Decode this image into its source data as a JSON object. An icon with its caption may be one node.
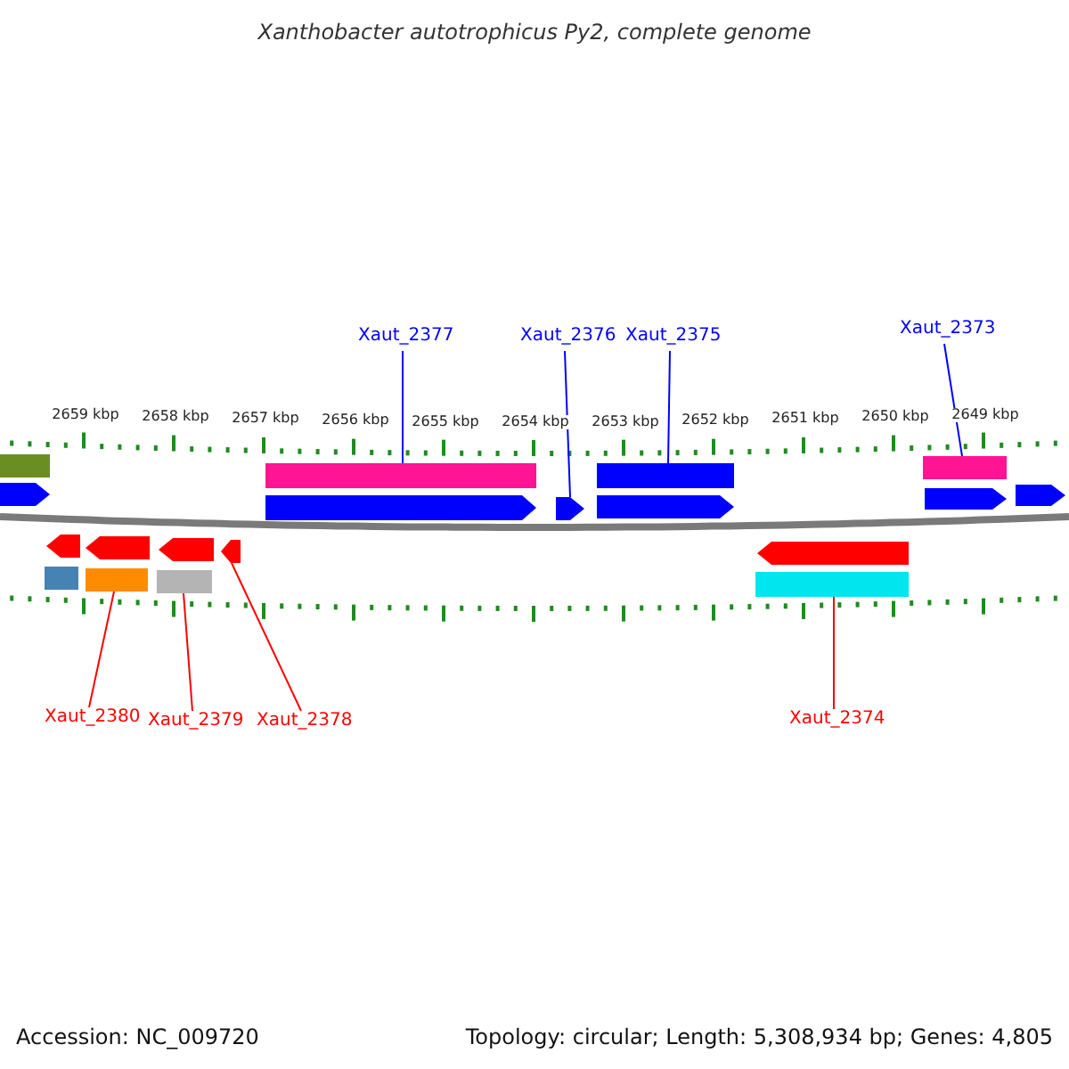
{
  "diagram": {
    "title": "Xanthobacter autotrophicus Py2, complete genome",
    "nodes": [
      {
        "text": [
          "Xaut_2377"
        ]
      },
      {
        "text": [
          "Xaut_2376"
        ]
      },
      {
        "text": [
          "Xaut_2375"
        ]
      },
      {
        "text": [
          "Xaut_2373"
        ]
      },
      {
        "text": [
          "Xaut_2380"
        ]
      },
      {
        "text": [
          "Xaut_2379"
        ]
      },
      {
        "text": [
          "Xaut_2378"
        ]
      },
      {
        "text": [
          "Xaut_2374"
        ]
      },
      {
        "text": [],
        "shape": "bar"
      },
      {
        "text": [],
        "shape": "arrow"
      },
      {
        "text": [],
        "shape": "bar"
      },
      {
        "text": [],
        "shape": "bar"
      },
      {
        "text": [],
        "shape": "bar"
      },
      {
        "text": [],
        "shape": "bar"
      },
      {
        "text": [],
        "shape": "arrow"
      },
      {
        "text": [],
        "shape": "bar"
      }
    ],
    "edges": [
      {
        "from": 0,
        "to": 8,
        "arrow": "none"
      },
      {
        "from": 1,
        "to": 9,
        "arrow": "none"
      },
      {
        "from": 2,
        "to": 10,
        "arrow": "none"
      },
      {
        "from": 3,
        "to": 11,
        "arrow": "none"
      },
      {
        "from": 4,
        "to": 12,
        "arrow": "none",
        "color": "#ff0000"
      },
      {
        "from": 5,
        "to": 13,
        "arrow": "none",
        "color": "#ff0000"
      },
      {
        "from": 6,
        "to": 14,
        "arrow": "none",
        "color": "#ff0000"
      },
      {
        "from": 7,
        "to": 15,
        "arrow": "none",
        "color": "#ff0000"
      }
    ],
    "labels": [
      "2659 kbp",
      "2658 kbp",
      "2657 kbp",
      "2656 kbp",
      "2655 kbp",
      "2654 kbp",
      "2653 kbp",
      "2652 kbp",
      "2651 kbp",
      "2650 kbp",
      "2649 kbp",
      "Accession: NC_009720",
      "Topology: circular; Length: 5,308,934 bp; Genes: 4,805"
    ]
  }
}
